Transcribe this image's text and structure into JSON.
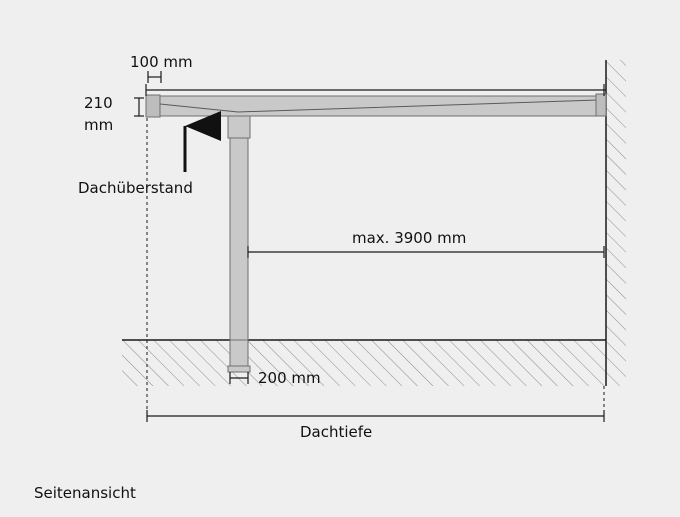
{
  "diagram": {
    "dim_overhang_width": "100 mm",
    "dim_roof_height_value": "210",
    "dim_roof_height_unit": "mm",
    "label_overhang": "Dachüberstand",
    "dim_span": "max. 3900 mm",
    "dim_post_foundation": "200 mm",
    "dim_roof_depth": "Dachtiefe"
  },
  "caption": "Seitenansicht",
  "colors": {
    "background": "#efefef",
    "line": "#1a1a1a",
    "hatch": "#8c8c8c",
    "member_fill": "#c9c9c9",
    "member_stroke": "#6f6f6f"
  }
}
